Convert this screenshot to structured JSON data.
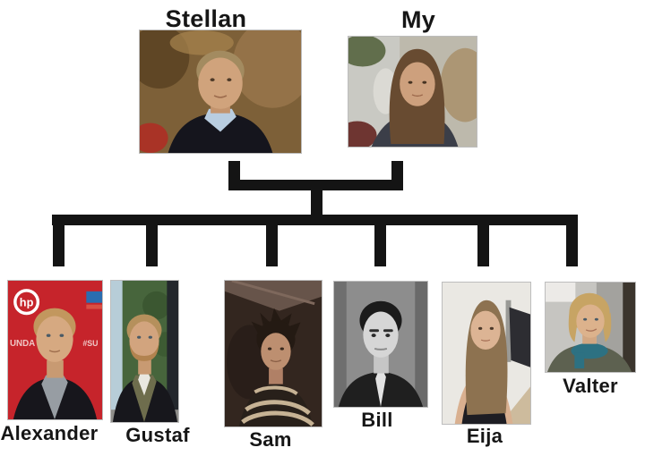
{
  "parents": [
    {
      "name": "Stellan"
    },
    {
      "name": "My"
    }
  ],
  "children": [
    {
      "name": "Alexander"
    },
    {
      "name": "Gustaf"
    },
    {
      "name": "Sam"
    },
    {
      "name": "Bill"
    },
    {
      "name": "Eija"
    },
    {
      "name": "Valter"
    }
  ],
  "alexander_backdrop": {
    "hp_logo": "hp",
    "left_text": "UNDA",
    "right_text": "#SU"
  },
  "colors": {
    "background": "#ffffff",
    "connector": "#141414",
    "label_text": "#161616",
    "alexander_red": "#c6242b"
  }
}
